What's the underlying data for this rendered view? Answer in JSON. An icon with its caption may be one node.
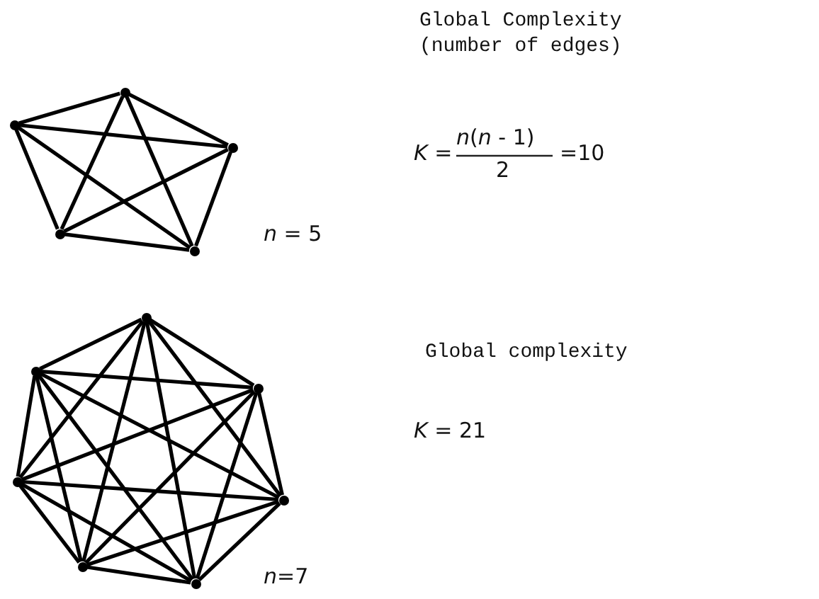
{
  "diagram": {
    "nodes": [
      {
        "text": [],
        "shape": "circle"
      },
      {
        "text": [],
        "shape": "circle"
      },
      {
        "text": [],
        "shape": "circle"
      },
      {
        "text": [],
        "shape": "circle"
      },
      {
        "text": [],
        "shape": "circle"
      },
      {
        "text": [],
        "shape": "circle"
      },
      {
        "text": [],
        "shape": "circle"
      },
      {
        "text": [],
        "shape": "circle"
      },
      {
        "text": [],
        "shape": "circle"
      },
      {
        "text": [],
        "shape": "circle"
      },
      {
        "text": [],
        "shape": "circle"
      },
      {
        "text": [],
        "shape": "circle"
      }
    ],
    "edges": [
      {
        "from": 0,
        "to": 1,
        "arrow": "none"
      },
      {
        "from": 0,
        "to": 2,
        "arrow": "none"
      },
      {
        "from": 0,
        "to": 3,
        "arrow": "none"
      },
      {
        "from": 0,
        "to": 4,
        "arrow": "none"
      },
      {
        "from": 1,
        "to": 2,
        "arrow": "none"
      },
      {
        "from": 1,
        "to": 3,
        "arrow": "none"
      },
      {
        "from": 1,
        "to": 4,
        "arrow": "none"
      },
      {
        "from": 2,
        "to": 3,
        "arrow": "none"
      },
      {
        "from": 2,
        "to": 4,
        "arrow": "none"
      },
      {
        "from": 3,
        "to": 4,
        "arrow": "none"
      },
      {
        "from": 5,
        "to": 6,
        "arrow": "none"
      },
      {
        "from": 5,
        "to": 7,
        "arrow": "none"
      },
      {
        "from": 5,
        "to": 8,
        "arrow": "none"
      },
      {
        "from": 5,
        "to": 9,
        "arrow": "none"
      },
      {
        "from": 5,
        "to": 10,
        "arrow": "none"
      },
      {
        "from": 5,
        "to": 11,
        "arrow": "none"
      },
      {
        "from": 6,
        "to": 7,
        "arrow": "none"
      },
      {
        "from": 6,
        "to": 8,
        "arrow": "none"
      },
      {
        "from": 6,
        "to": 9,
        "arrow": "none"
      },
      {
        "from": 6,
        "to": 10,
        "arrow": "none"
      },
      {
        "from": 6,
        "to": 11,
        "arrow": "none"
      },
      {
        "from": 7,
        "to": 8,
        "arrow": "none"
      },
      {
        "from": 7,
        "to": 9,
        "arrow": "none"
      },
      {
        "from": 7,
        "to": 10,
        "arrow": "none"
      },
      {
        "from": 7,
        "to": 11,
        "arrow": "none"
      },
      {
        "from": 8,
        "to": 9,
        "arrow": "none"
      },
      {
        "from": 8,
        "to": 10,
        "arrow": "none"
      },
      {
        "from": 8,
        "to": 11,
        "arrow": "none"
      },
      {
        "from": 9,
        "to": 10,
        "arrow": "none"
      },
      {
        "from": 9,
        "to": 11,
        "arrow": "none"
      },
      {
        "from": 10,
        "to": 11,
        "arrow": "none"
      }
    ],
    "labels": [
      "Global Complexity (number of edges)",
      "*K* =",
      "*n*(*n* - 1)",
      "2",
      "=10",
      "*n* = 5",
      "Global complexity",
      "*K* = 21",
      "*n*=7"
    ]
  }
}
